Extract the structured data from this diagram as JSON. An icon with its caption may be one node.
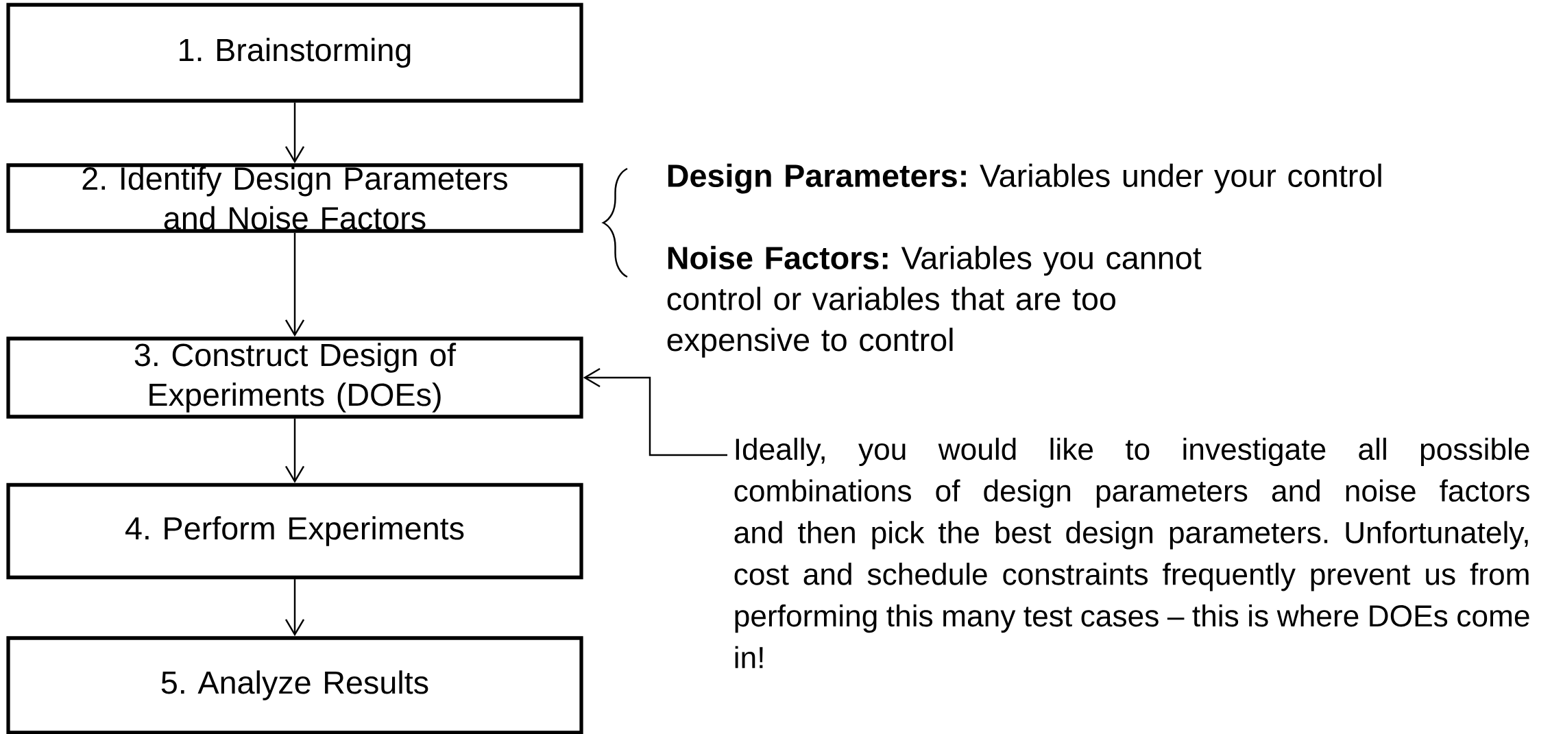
{
  "diagram": {
    "nodes": [
      {
        "text": [
          "1. Brainstorming"
        ]
      },
      {
        "text": [
          "2. Identify Design Parameters and Noise Factors"
        ]
      },
      {
        "text": [
          "3. Construct Design of Experiments (DOEs)"
        ]
      },
      {
        "text": [
          "4. Perform Experiments"
        ]
      },
      {
        "text": [
          "5. Analyze Results"
        ]
      },
      {
        "text": [
          "Ideally, you would like to investigate all possible combinations of design parameters and noise factors and then pick the best design parameters. Unfortunately, cost and schedule constraints frequently prevent us from performing this many test cases – this is where DOEs come in!"
        ]
      }
    ],
    "edges": [
      {
        "from": 0,
        "to": 1,
        "arrow": "to"
      },
      {
        "from": 1,
        "to": 2,
        "arrow": "to"
      },
      {
        "from": 2,
        "to": 3,
        "arrow": "to"
      },
      {
        "from": 3,
        "to": 4,
        "arrow": "to"
      },
      {
        "from": 5,
        "to": 2,
        "arrow": "to"
      }
    ],
    "labels": [
      "**Design Parameters:** Variables under your control",
      "**Noise Factors:** Variables you cannot control or variables that are too expensive to control"
    ]
  }
}
